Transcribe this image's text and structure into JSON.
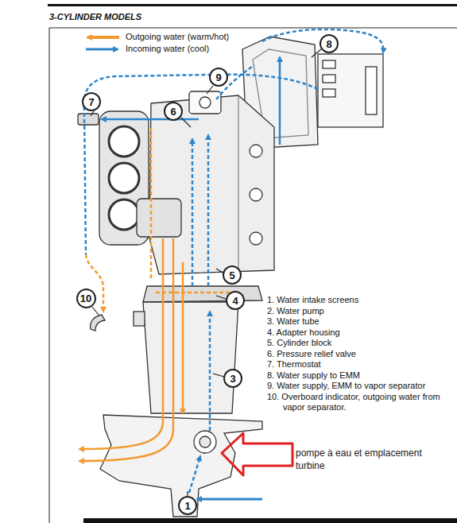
{
  "diagram": {
    "title": "3-CYLINDER MODELS",
    "nodes": [
      {
        "text": [
          "8"
        ]
      },
      {
        "text": [
          "9"
        ]
      },
      {
        "text": [
          "7"
        ]
      },
      {
        "text": [
          "6"
        ]
      },
      {
        "text": [
          "5"
        ]
      },
      {
        "text": [
          "10"
        ]
      },
      {
        "text": [
          "4"
        ]
      },
      {
        "text": [
          "3"
        ]
      },
      {
        "text": [
          "1"
        ]
      }
    ],
    "labels": [
      "1. Water intake screens",
      "2. Water pump",
      "3. Water tube",
      "4. Adapter housing",
      "5. Cylinder block",
      "6. Pressure relief valve",
      "7. Thermostat",
      "8. Water supply to EMM",
      "9. Water supply, EMM to vapor separator",
      "10. Overboard indicator, outgoing water from vapor separator.",
      "pompe à eau et emplacement turbine"
    ],
    "legend": [
      {
        "text": "Outgoing water (warm/hot)"
      },
      {
        "text": "Incoming water (cool)"
      }
    ]
  }
}
